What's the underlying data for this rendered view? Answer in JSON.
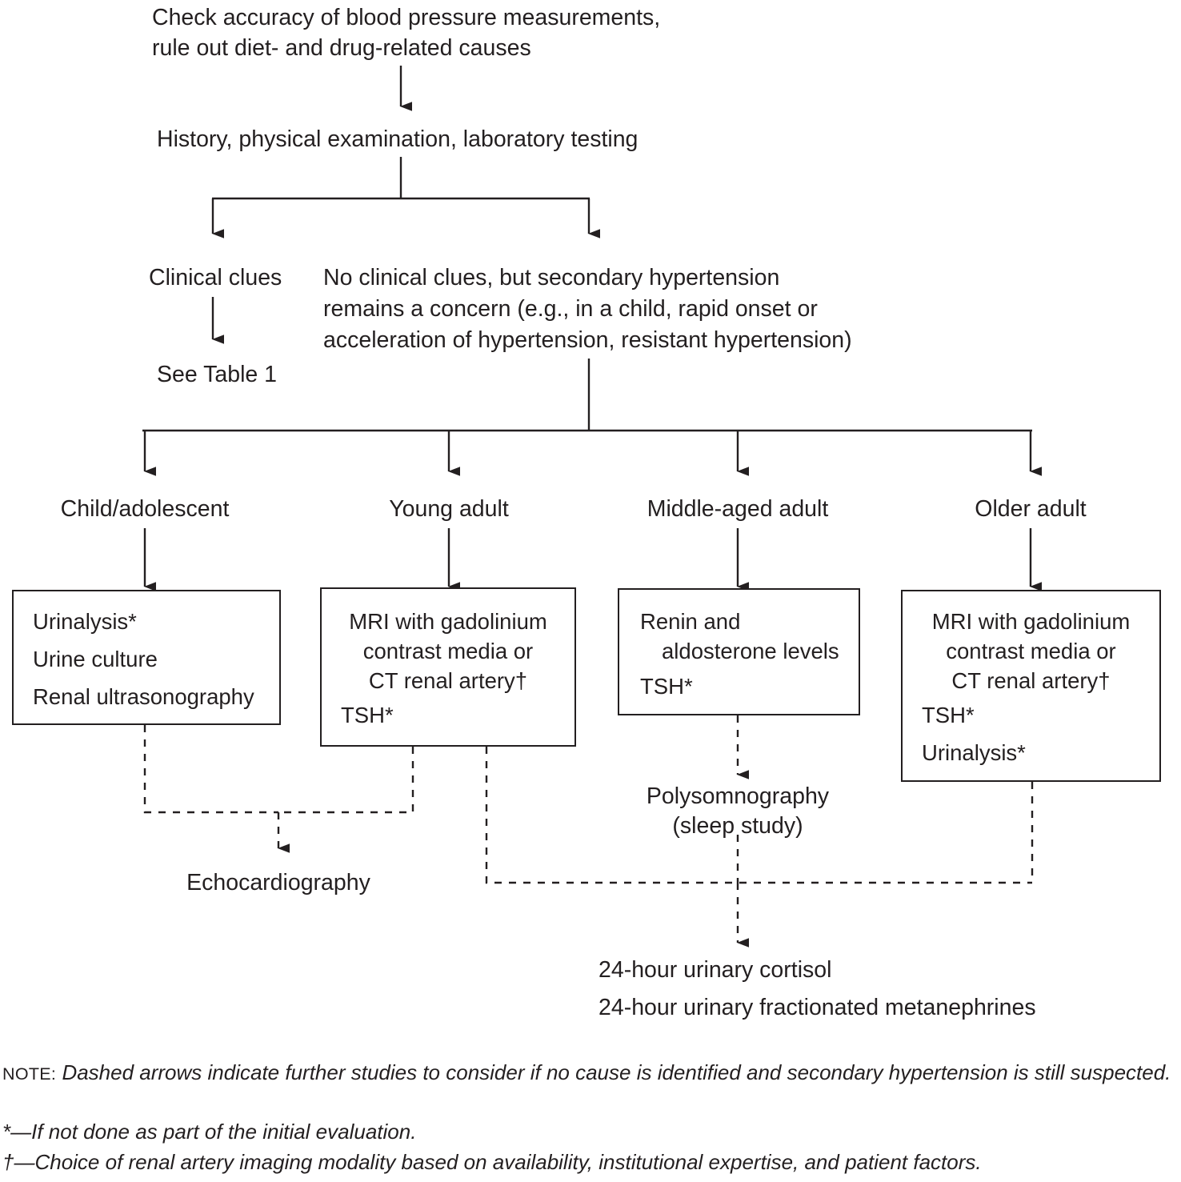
{
  "diagram": {
    "title_steps": {
      "step1_line1": "Check accuracy of blood pressure measurements,",
      "step1_line2": "rule out diet- and drug-related causes",
      "step2": "History, physical examination, laboratory testing"
    },
    "branch_left": {
      "label": "Clinical clues",
      "outcome": "See Table 1"
    },
    "branch_right": {
      "line1": "No clinical clues, but secondary hypertension",
      "line2": "remains a concern (e.g., in a child, rapid onset or",
      "line3": "acceleration of hypertension, resistant hypertension)"
    },
    "age_groups": [
      {
        "label": "Child/adolescent"
      },
      {
        "label": "Young adult"
      },
      {
        "label": "Middle-aged adult"
      },
      {
        "label": "Older adult"
      }
    ],
    "workup_boxes": [
      {
        "name": "child-adolescent-workup",
        "align": "left",
        "lines": [
          "Urinalysis*",
          "Urine culture",
          "Renal ultrasonography"
        ]
      },
      {
        "name": "young-adult-workup",
        "align": "mixed",
        "lines": [
          "MRI with gadolinium",
          "contrast media or",
          "CT renal artery†",
          "TSH*"
        ]
      },
      {
        "name": "middle-aged-adult-workup",
        "align": "mixed",
        "lines": [
          "Renin and",
          "aldosterone levels",
          "TSH*"
        ]
      },
      {
        "name": "older-adult-workup",
        "align": "mixed",
        "lines": [
          "MRI with gadolinium",
          "contrast media or",
          "CT renal artery†",
          "TSH*",
          "Urinalysis*"
        ]
      }
    ],
    "followups": {
      "echocardiography": "Echocardiography",
      "polysomnography_line1": "Polysomnography",
      "polysomnography_line2": "(sleep study)",
      "final_line1": "24-hour urinary cortisol",
      "final_line2": "24-hour urinary fractionated metanephrines"
    },
    "footnotes": {
      "note_label": "NOTE:",
      "note_text": "Dashed arrows indicate further studies to consider if no cause is identified and secondary hypertension is still suspected.",
      "asterisk": "*—If not done as part of the initial evaluation.",
      "dagger": "†—Choice of renal artery imaging modality based on availability, institutional expertise, and patient factors."
    },
    "colors": {
      "ink": "#231f20",
      "background": "#ffffff"
    }
  }
}
